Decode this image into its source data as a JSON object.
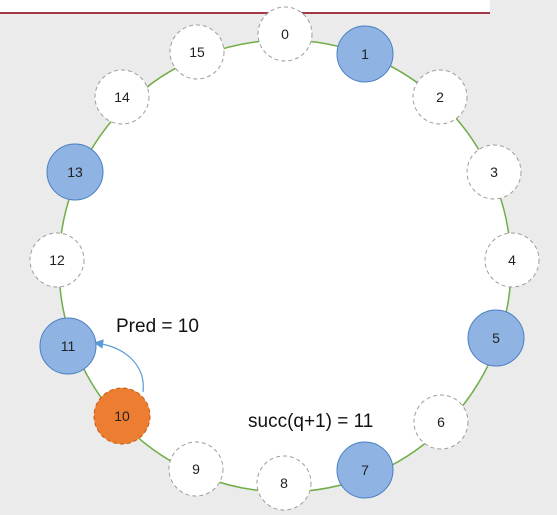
{
  "diagram": {
    "ring_size": 16,
    "nodes": [
      {
        "id": "0",
        "label": "0",
        "state": "empty"
      },
      {
        "id": "1",
        "label": "1",
        "state": "active"
      },
      {
        "id": "2",
        "label": "2",
        "state": "empty"
      },
      {
        "id": "3",
        "label": "3",
        "state": "empty"
      },
      {
        "id": "4",
        "label": "4",
        "state": "empty"
      },
      {
        "id": "5",
        "label": "5",
        "state": "active"
      },
      {
        "id": "6",
        "label": "6",
        "state": "empty"
      },
      {
        "id": "7",
        "label": "7",
        "state": "active"
      },
      {
        "id": "8",
        "label": "8",
        "state": "empty"
      },
      {
        "id": "9",
        "label": "9",
        "state": "empty"
      },
      {
        "id": "10",
        "label": "10",
        "state": "query"
      },
      {
        "id": "11",
        "label": "11",
        "state": "active"
      },
      {
        "id": "12",
        "label": "12",
        "state": "empty"
      },
      {
        "id": "13",
        "label": "13",
        "state": "active"
      },
      {
        "id": "14",
        "label": "14",
        "state": "empty"
      },
      {
        "id": "15",
        "label": "15",
        "state": "empty"
      }
    ],
    "annotations": {
      "pred": "Pred = 10",
      "succ": "succ(q+1) = 11"
    },
    "edges": [
      {
        "from": "10",
        "to": "11",
        "style": "arrow"
      }
    ],
    "colors": {
      "ring": "#70ad47",
      "empty_fill": "#ffffff",
      "empty_stroke": "#9e9e9e",
      "active_fill": "#8fb4e3",
      "active_stroke": "#4a7fc1",
      "query_fill": "#ed7d31",
      "query_stroke": "#c55a11",
      "arrow": "#5b9bd5"
    }
  }
}
